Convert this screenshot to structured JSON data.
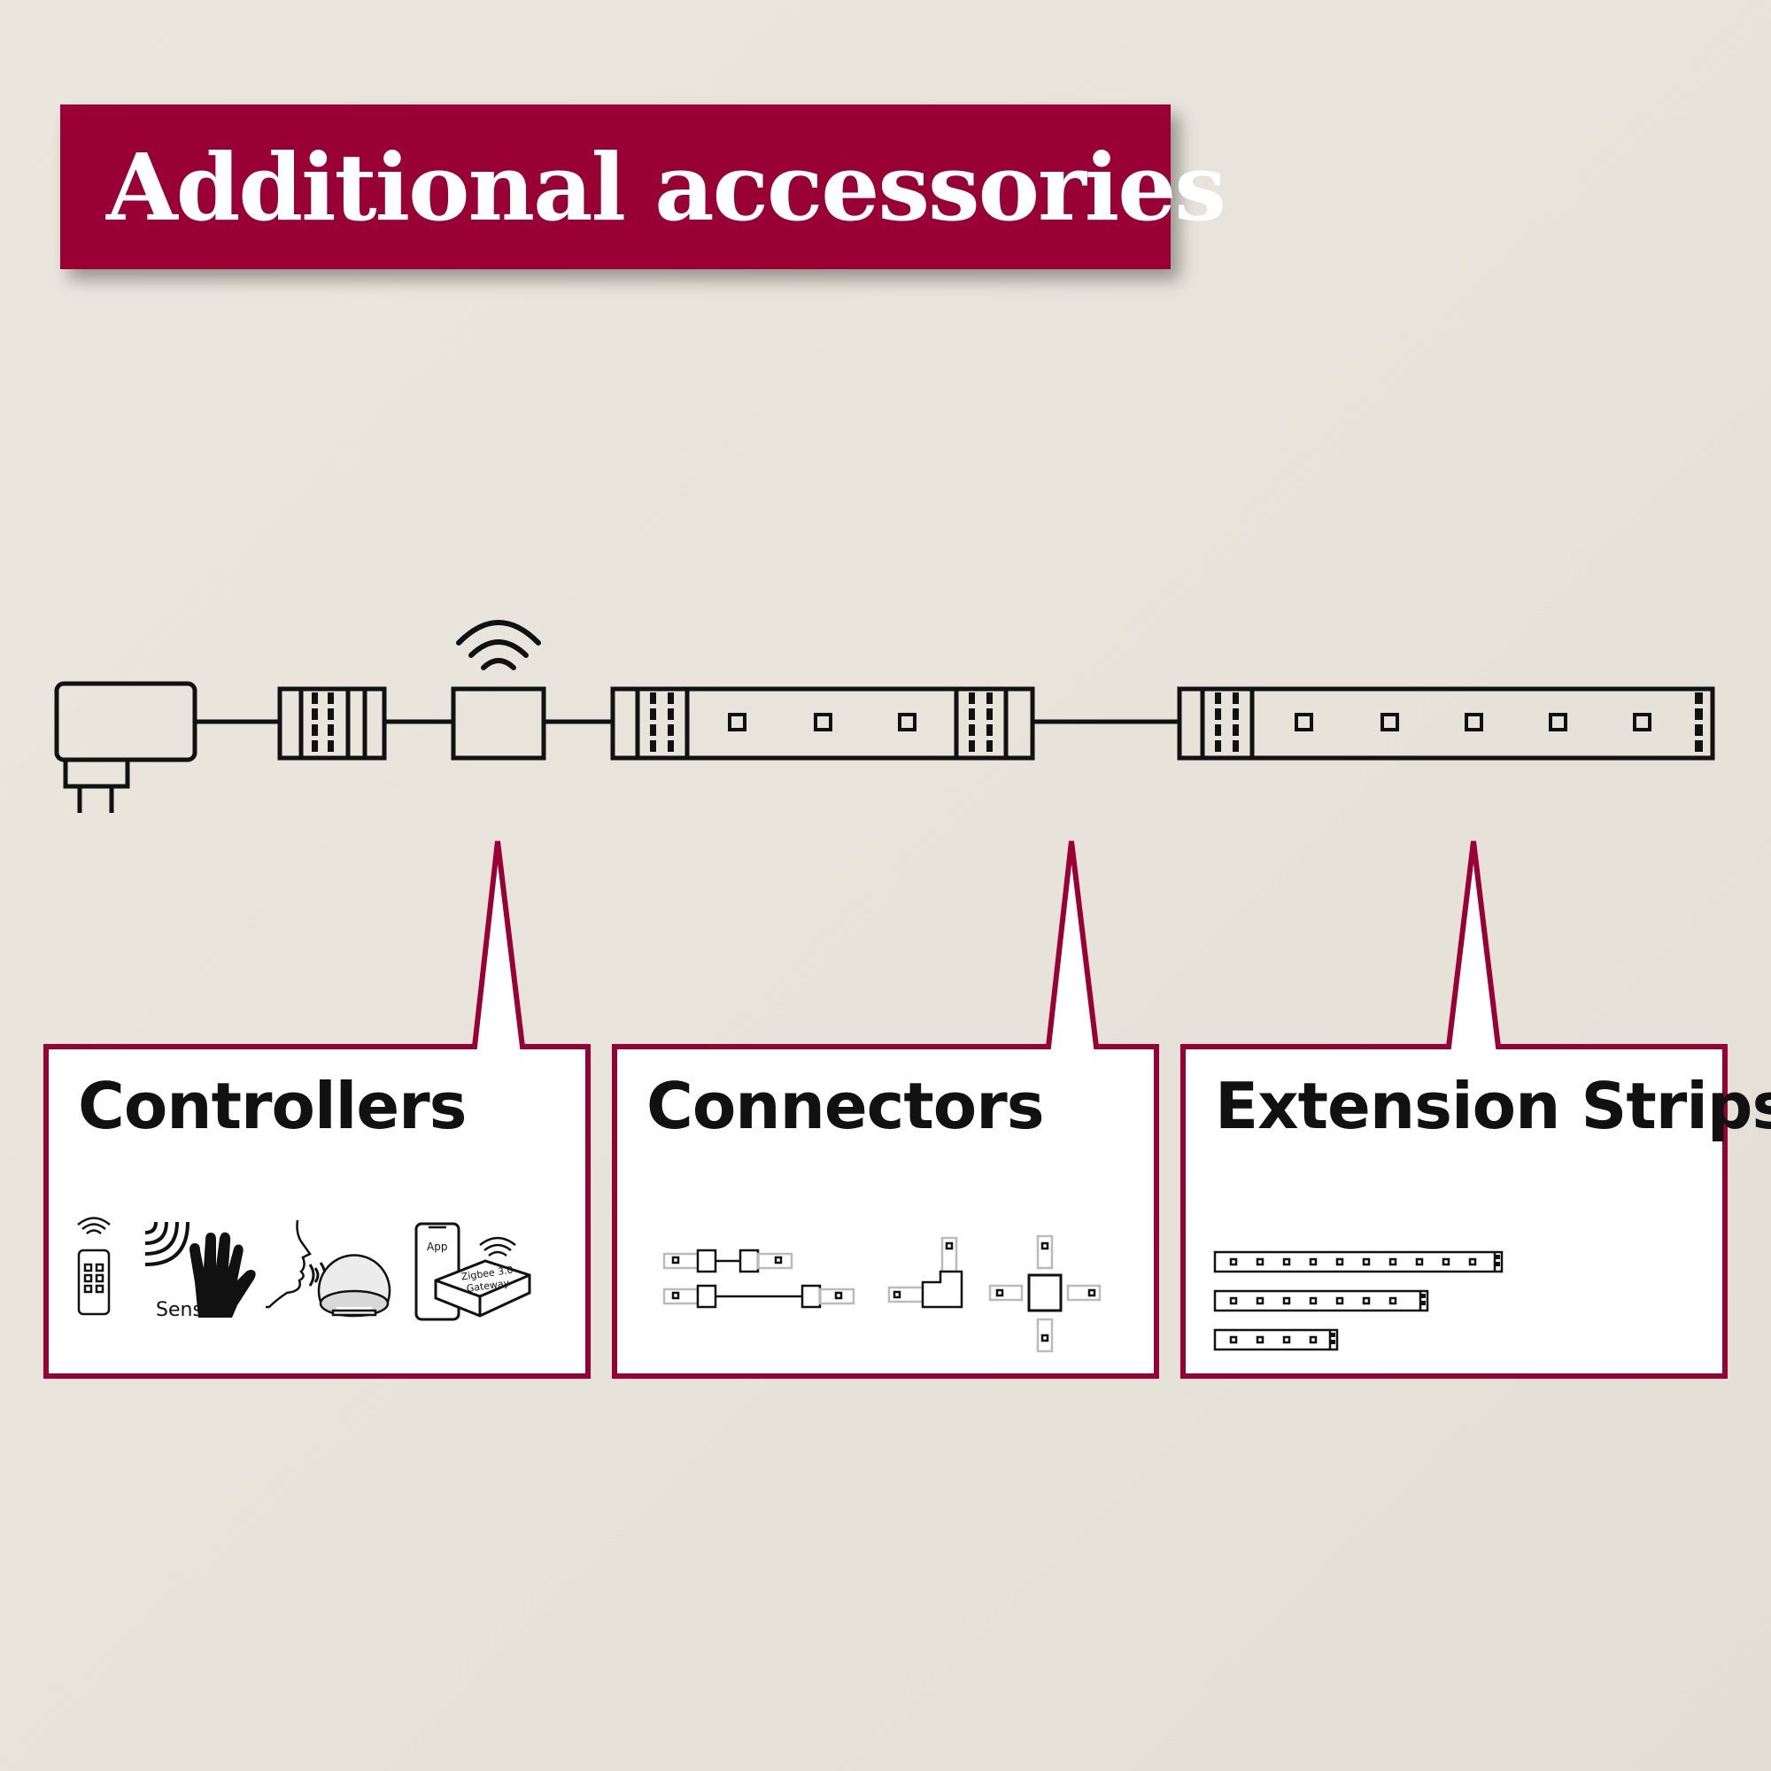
{
  "title": "Additional accessories",
  "colors": {
    "accent": "#990033",
    "background": "#e8e4dc",
    "line": "#111111",
    "panel": "#ffffff"
  },
  "categories": [
    {
      "label": "Controllers",
      "icons": [
        "remote-control-icon",
        "motion-sensor-icon",
        "voice-assistant-icon",
        "smartphone-app-icon",
        "zigbee-gateway-icon"
      ]
    },
    {
      "label": "Connectors",
      "icons": [
        "strip-connector-icon",
        "cable-connector-icon",
        "l-corner-connector-icon",
        "cross-connector-icon"
      ]
    },
    {
      "label": "Extension Strips",
      "icons": [
        "long-extension-strip-icon",
        "medium-extension-strip-icon",
        "short-extension-strip-icon"
      ]
    }
  ],
  "controller_labels": {
    "sensor": "Sensor",
    "app": "App",
    "gateway_line1": "Zigbee 3.0",
    "gateway_line2": "Gateway"
  }
}
